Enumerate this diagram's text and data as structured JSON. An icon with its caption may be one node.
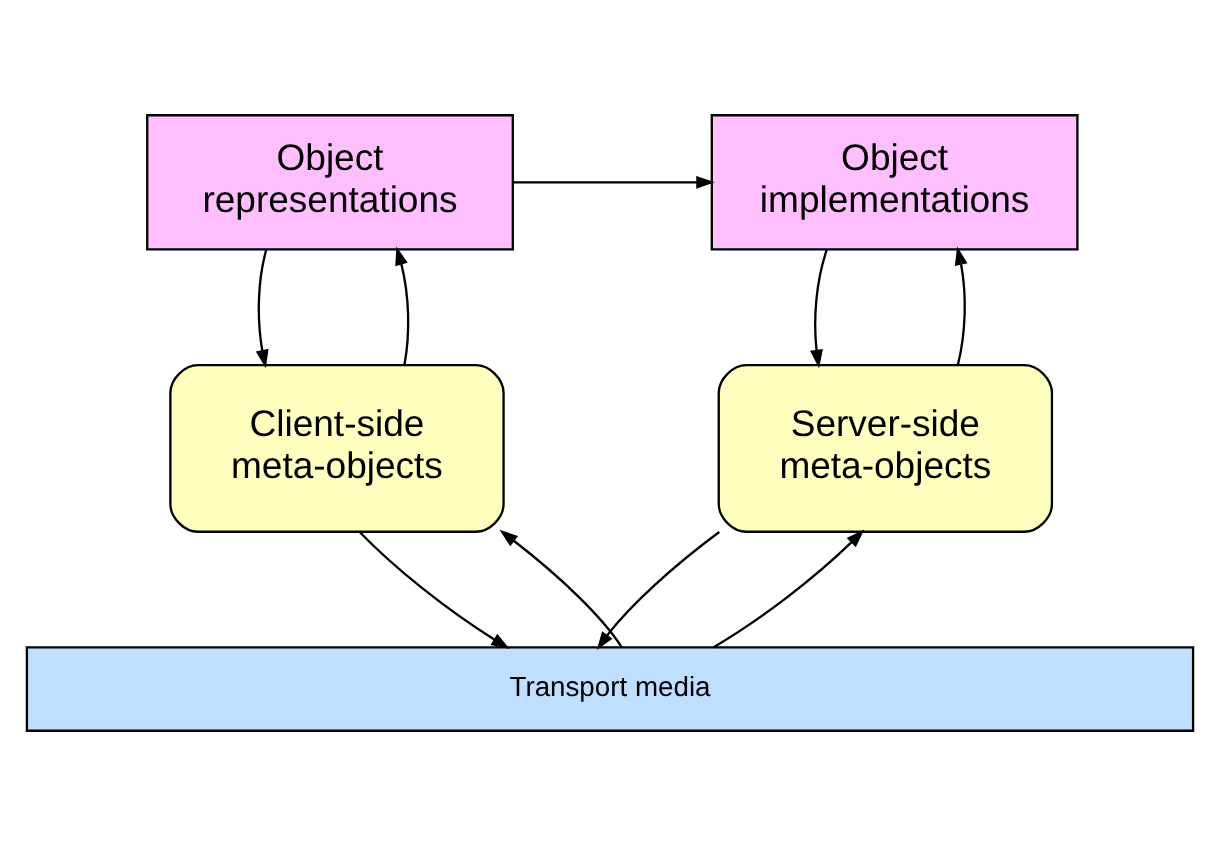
{
  "diagram": {
    "nodes": [
      {
        "text": [
          "Object representations"
        ]
      },
      {
        "text": [
          "Object implementations"
        ]
      },
      {
        "text": [
          "Client-side meta-objects"
        ]
      },
      {
        "text": [
          "Server-side meta-objects"
        ]
      },
      {
        "text": [
          "Transport media"
        ]
      }
    ],
    "edges": [
      {
        "from": 0,
        "to": 1,
        "arrow": "to"
      },
      {
        "from": 2,
        "to": 0,
        "arrow": "to"
      },
      {
        "from": 0,
        "to": 2,
        "arrow": "to"
      },
      {
        "from": 3,
        "to": 1,
        "arrow": "to"
      },
      {
        "from": 1,
        "to": 3,
        "arrow": "to"
      },
      {
        "from": 4,
        "to": 2,
        "arrow": "to"
      },
      {
        "from": 2,
        "to": 4,
        "arrow": "to"
      },
      {
        "from": 4,
        "to": 3,
        "arrow": "to"
      },
      {
        "from": 3,
        "to": 4,
        "arrow": "to"
      }
    ]
  }
}
